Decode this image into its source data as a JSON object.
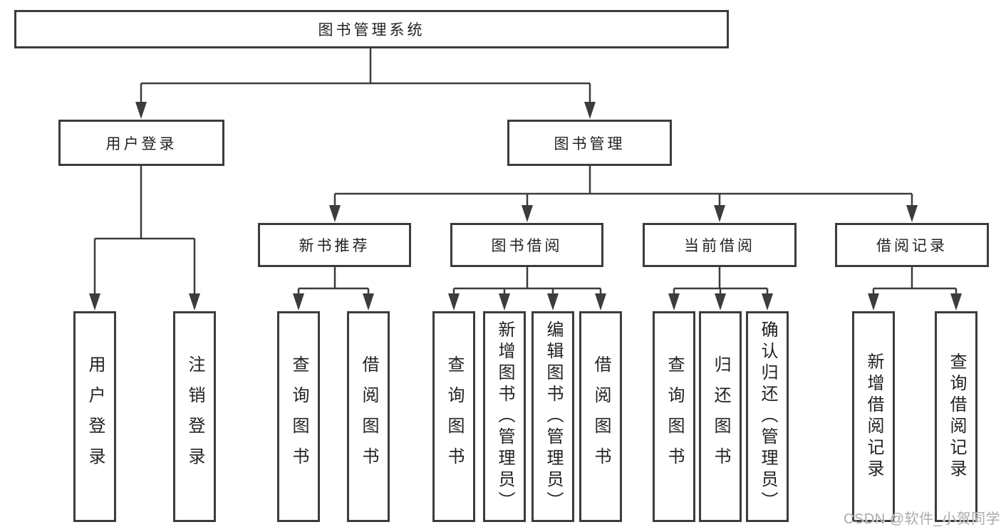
{
  "tree": {
    "label": "图书管理系统",
    "children": [
      {
        "label": "用户登录",
        "children": [
          {
            "label": "用户登录"
          },
          {
            "label": "注销登录"
          }
        ]
      },
      {
        "label": "图书管理",
        "children": [
          {
            "label": "新书推荐",
            "children": [
              {
                "label": "查询图书"
              },
              {
                "label": "借阅图书"
              }
            ]
          },
          {
            "label": "图书借阅",
            "children": [
              {
                "label": "查询图书"
              },
              {
                "label": "新增图书（管理员）"
              },
              {
                "label": "编辑图书（管理员）"
              },
              {
                "label": "借阅图书"
              }
            ]
          },
          {
            "label": "当前借阅",
            "children": [
              {
                "label": "查询图书"
              },
              {
                "label": "归还图书"
              },
              {
                "label": "确认归还（管理员）"
              }
            ]
          },
          {
            "label": "借阅记录",
            "children": [
              {
                "label": "新增借阅记录"
              },
              {
                "label": "查询借阅记录"
              }
            ]
          }
        ]
      }
    ]
  },
  "watermark": {
    "text": "CSDN @软件_小贺同学"
  },
  "colors": {
    "line": "#3c3c3c",
    "text": "#222222",
    "watermark": "#ababab",
    "background": "#ffffff"
  }
}
